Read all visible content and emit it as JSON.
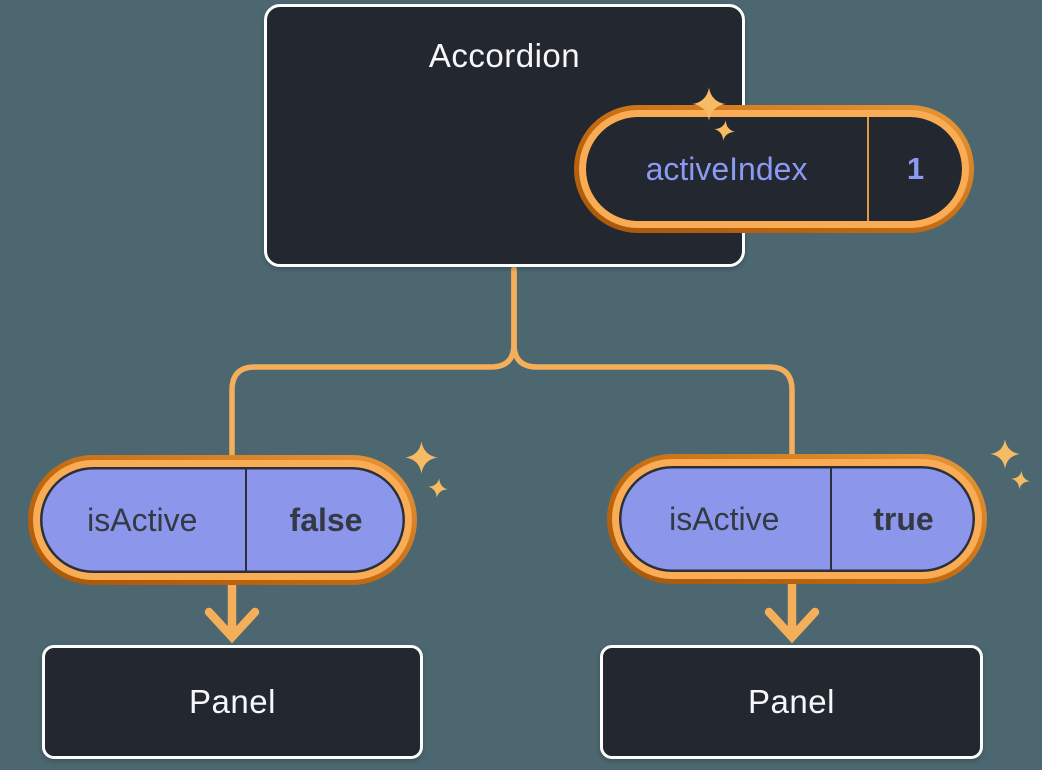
{
  "diagram": {
    "description": "React component tree showing state lifted to parent",
    "accordion": {
      "title": "Accordion",
      "state": {
        "name": "activeIndex",
        "value": "1"
      }
    },
    "children": [
      {
        "prop": {
          "name": "isActive",
          "value": "false"
        },
        "panel": "Panel"
      },
      {
        "prop": {
          "name": "isActive",
          "value": "true"
        },
        "panel": "Panel"
      }
    ],
    "colors": {
      "background": "#4C6770",
      "node_bg": "#23272F",
      "node_border": "#FCFDFE",
      "pill_purple": "#8C96EB",
      "text_purple": "#8B9AF2",
      "text_light": "#F6F7F9",
      "text_dark": "#343A43",
      "ring_inner_orange": "#F9AC53",
      "ring_outer_orange_light": "#E8993B",
      "ring_outer_orange_dark": "#A6560B",
      "connector_orange": "#F5AF5B",
      "sparkle_orange": "#F6BC64"
    }
  }
}
